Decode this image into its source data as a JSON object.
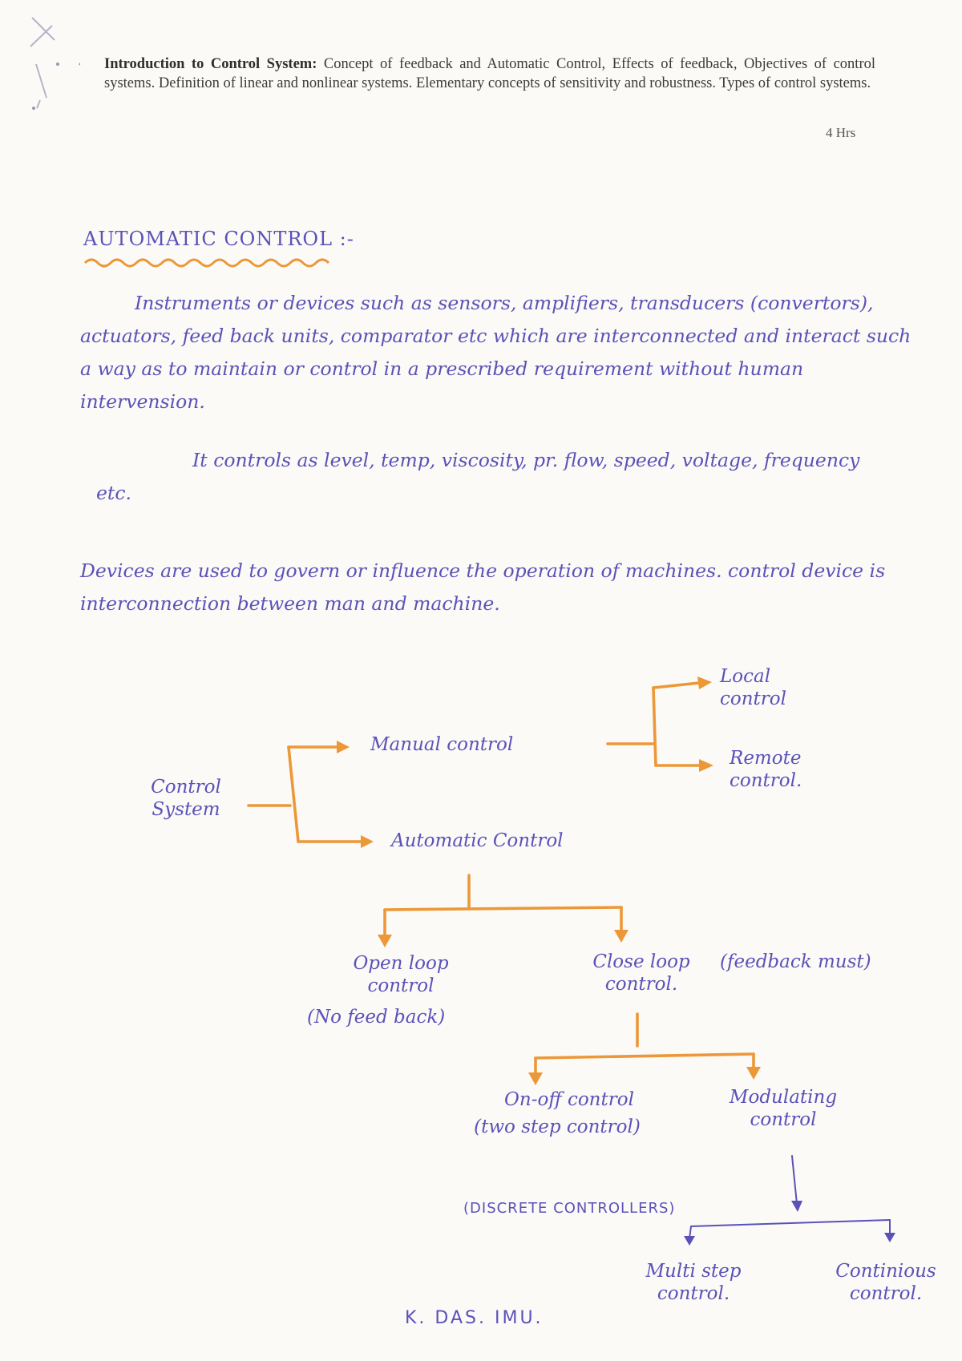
{
  "syllabus": {
    "title": "Introduction to Control System:",
    "text": " Concept of feedback and Automatic Control, Effects of feedback, Objectives of control systems. Definition of linear and nonlinear systems. Elementary concepts of sensitivity and robustness. Types of control systems.",
    "hours": "4 Hrs"
  },
  "notes": {
    "heading": "AUTOMATIC CONTROL :-",
    "paragraph1": "Instruments or devices such as sensors, amplifiers, transducers (convertors), actuators, feed back units, comparator etc which are interconnected and interact such a way as to maintain or control in a prescribed requirement without human intervension.",
    "paragraph2": "It controls as level, temp, viscosity, pr. flow, speed, voltage, frequency etc.",
    "paragraph3": "Devices are used to govern or influence the operation of machines. control device is interconnection between man and machine."
  },
  "diagram": {
    "control_system": "Control System",
    "manual_control": "Manual control",
    "automatic_control": "Automatic Control",
    "local_control": "Local control",
    "remote_control": "Remote control.",
    "open_loop": "Open loop control",
    "open_loop_note": "(No feed back)",
    "close_loop": "Close loop control.",
    "close_loop_note": "(feedback must)",
    "on_off": "On-off control",
    "on_off_note": "(two step control)",
    "modulating": "Modulating control",
    "discrete": "(DISCRETE CONTROLLERS)",
    "multi_step": "Multi step control.",
    "continuous": "Continious control."
  },
  "signature": "K. DAS. IMU.",
  "colors": {
    "ink_blue": "#5a52b8",
    "highlighter_orange": "#ec9838",
    "print_text": "#3a3a3a",
    "paper": "#fbfaf7"
  }
}
